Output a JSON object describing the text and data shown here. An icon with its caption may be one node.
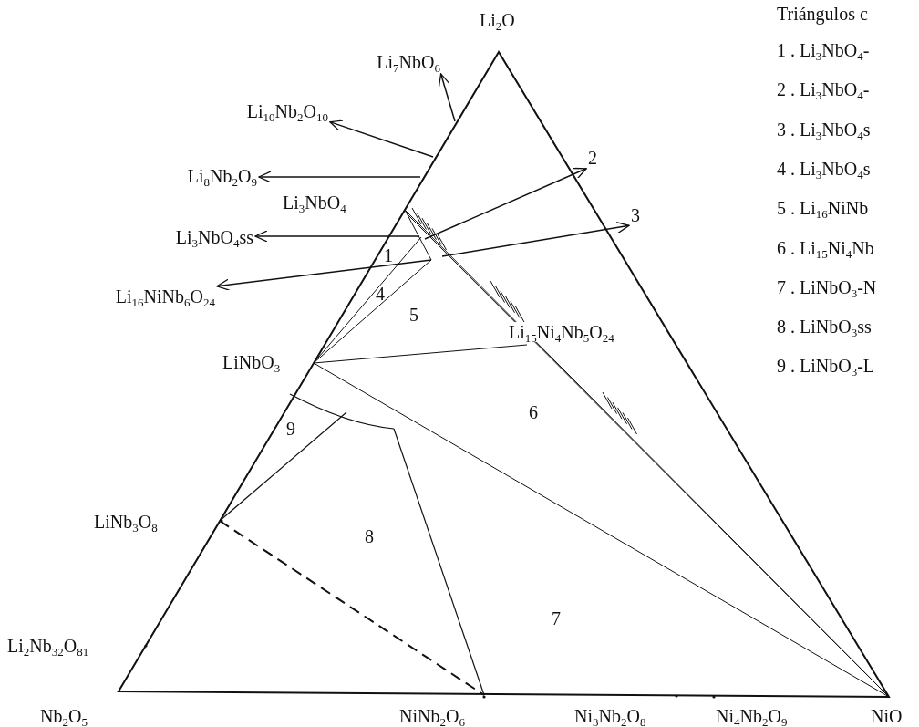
{
  "diagram": {
    "nodes": [
      {
        "text": [
          "Li$_{7}$NbO$_{6}$"
        ]
      },
      {
        "text": [
          "Li$_{10}$Nb$_{2}$O$_{10}$"
        ]
      },
      {
        "text": [
          "Li$_{8}$Nb$_{2}$O$_{9}$"
        ]
      },
      {
        "text": [
          "Li$_{3}$NbO$_{4}$ss"
        ]
      },
      {
        "text": [
          "Li$_{16}$NiNb$_{6}$O$_{24}$"
        ]
      },
      {
        "text": [
          "2"
        ]
      },
      {
        "text": [
          "3"
        ]
      }
    ],
    "edges": [
      {
        "from": null,
        "to": 0,
        "arrow": "to"
      },
      {
        "from": null,
        "to": 1,
        "arrow": "to"
      },
      {
        "from": null,
        "to": 2,
        "arrow": "to"
      },
      {
        "from": null,
        "to": 3,
        "arrow": "to"
      },
      {
        "from": null,
        "to": 4,
        "arrow": "to"
      },
      {
        "from": null,
        "to": 5,
        "arrow": "to"
      },
      {
        "from": null,
        "to": 6,
        "arrow": "to"
      }
    ],
    "labels": [
      "Li$_{2}$O",
      "Triángulos c",
      "1 . Li$_{3}$NbO$_{4}$-",
      "2 . Li$_{3}$NbO$_{4}$-",
      "Li$_{3}$NbO$_{4}$",
      "3 . Li$_{3}$NbO$_{4}$s",
      "4 . Li$_{3}$NbO$_{4}$s",
      "1",
      "5 . Li$_{16}$NiNb",
      "4",
      "5",
      "6 . Li$_{15}$Ni$_{4}$Nb",
      "Li$_{15}$Ni$_{4}$Nb$_{5}$O$_{24}$",
      "LiNbO$_{3}$",
      "7 . LiNbO$_{3}$-N",
      "8 . LiNbO$_{3}$ss",
      "6",
      "9 . LiNbO$_{3}$-L",
      "9",
      "LiNb$_{3}$O$_{8}$",
      "8",
      "7",
      "Li$_{2}$Nb$_{32}$O$_{81}$",
      "Nb$_{2}$O$_{5}$",
      "NiNb$_{2}$O$_{6}$",
      "Ni$_{3}$Nb$_{2}$O$_{8}$",
      "Ni$_{4}$Nb$_{2}$O$_{9}$",
      "NiO"
    ]
  }
}
